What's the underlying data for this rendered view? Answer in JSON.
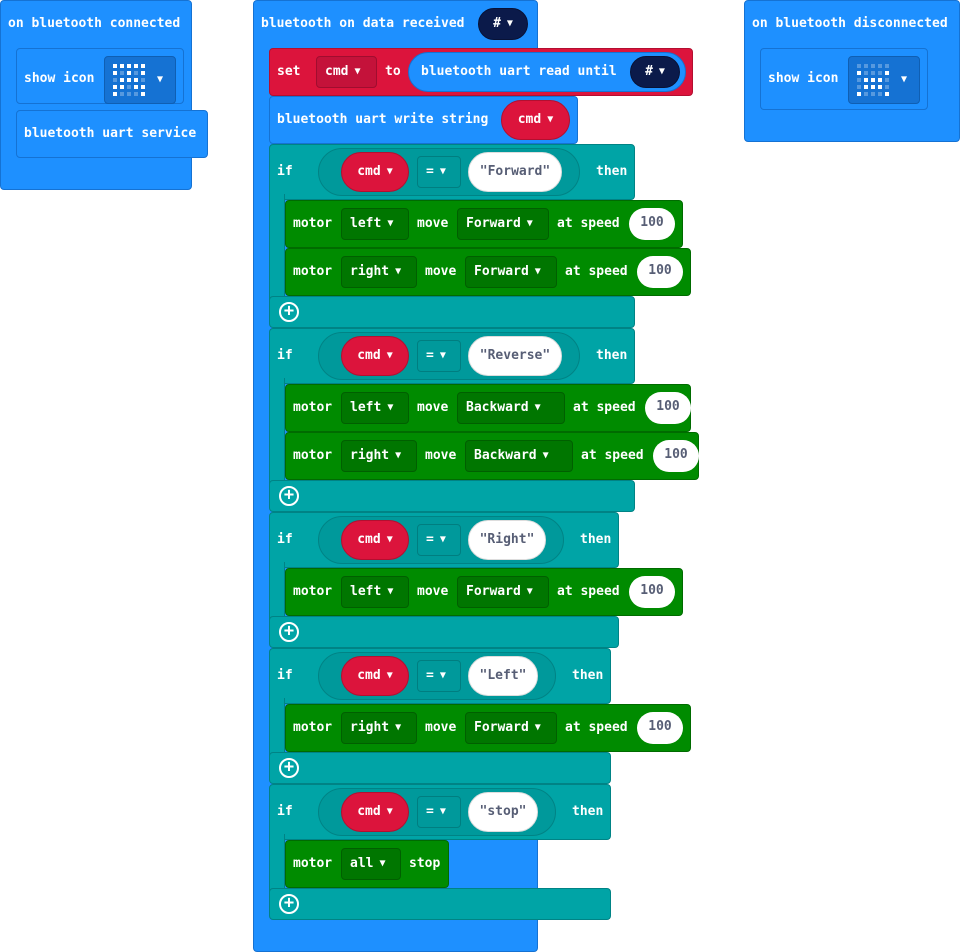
{
  "connected": {
    "hat": "on bluetooth connected",
    "show_icon": "show icon",
    "uart_service": "bluetooth uart service"
  },
  "received": {
    "hat": "bluetooth on data received",
    "delimiter": "#",
    "set": "set",
    "var": "cmd",
    "to": "to",
    "read_until": "bluetooth uart read until",
    "write_string": "bluetooth uart write string"
  },
  "disconnected": {
    "hat": "on bluetooth disconnected",
    "show_icon": "show icon"
  },
  "common": {
    "if": "if",
    "then": "then",
    "eq": "=",
    "motor": "motor",
    "move": "move",
    "at_speed": "at speed",
    "stop": "stop"
  },
  "ifs": [
    {
      "value": "Forward",
      "motors": [
        {
          "side": "left",
          "dir": "Forward",
          "speed": "100"
        },
        {
          "side": "right",
          "dir": "Forward",
          "speed": "100"
        }
      ]
    },
    {
      "value": "Reverse",
      "motors": [
        {
          "side": "left",
          "dir": "Backward",
          "speed": "100"
        },
        {
          "side": "right",
          "dir": "Backward",
          "speed": "100"
        }
      ]
    },
    {
      "value": "Right",
      "motors": [
        {
          "side": "left",
          "dir": "Forward",
          "speed": "100"
        }
      ]
    },
    {
      "value": "Left",
      "motors": [
        {
          "side": "right",
          "dir": "Forward",
          "speed": "100"
        }
      ]
    },
    {
      "value": "stop",
      "stop_target": "all"
    }
  ],
  "colors": {
    "bluetooth": "#1e90ff",
    "variables": "#dc143c",
    "logic": "#00a4a6",
    "motors": "#008b00"
  }
}
